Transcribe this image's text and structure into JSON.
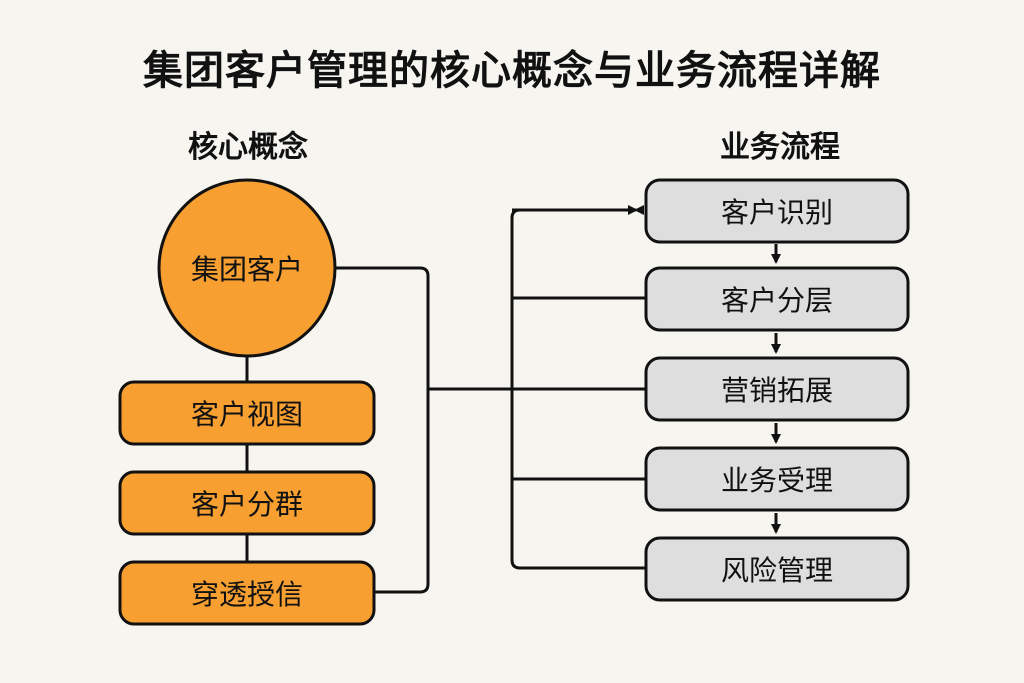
{
  "title": "集团客户管理的核心概念与业务流程详解",
  "core_concepts": {
    "heading": "核心概念",
    "root": "集团客户",
    "items": [
      "客户视图",
      "客户分群",
      "穿透授信"
    ]
  },
  "business_process": {
    "heading": "业务流程",
    "steps": [
      "客户识别",
      "客户分层",
      "营销拓展",
      "业务受理",
      "风险管理"
    ]
  },
  "colors": {
    "orange": "#f7a031",
    "gray": "#dedede",
    "stroke": "#111111",
    "background": "#f7f5f0"
  }
}
